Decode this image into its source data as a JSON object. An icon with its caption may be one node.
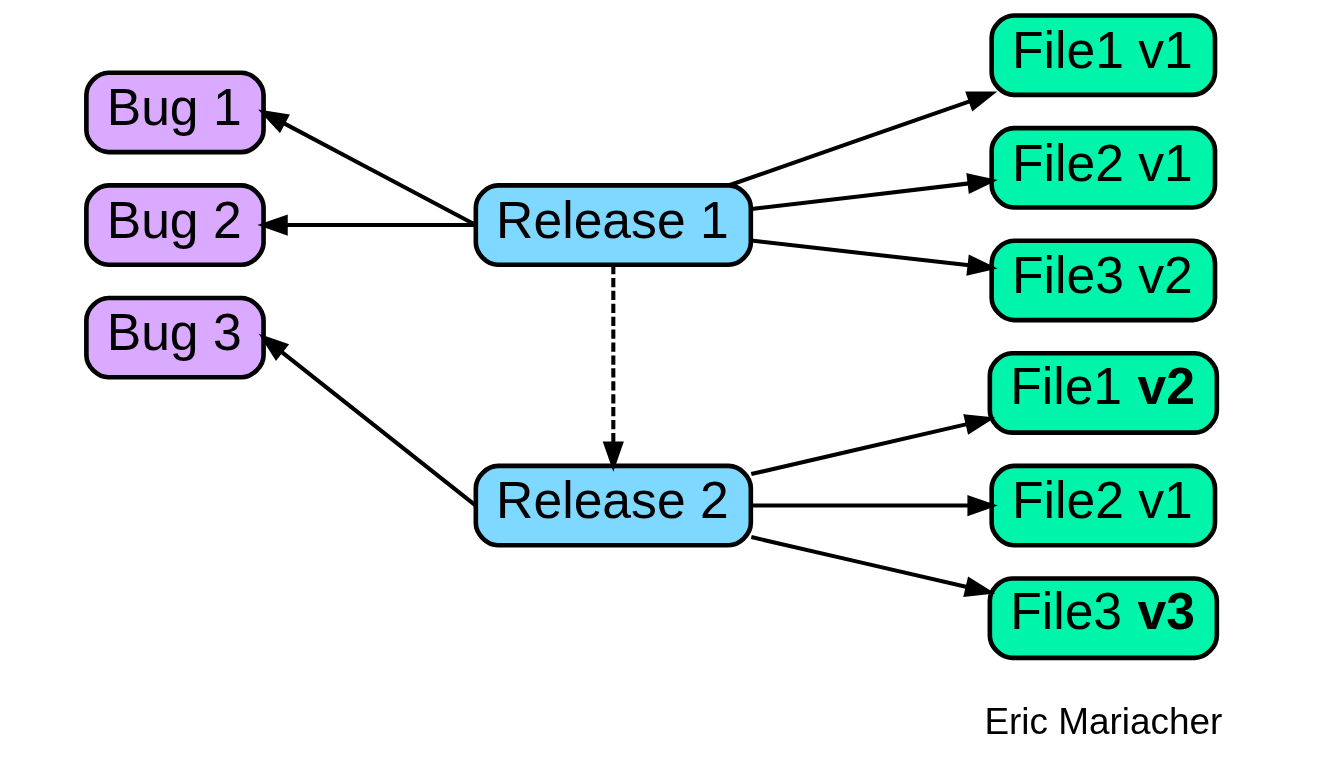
{
  "diagram": {
    "nodes": [
      {
        "text": [
          "Bug 1"
        ]
      },
      {
        "text": [
          "Bug 2"
        ]
      },
      {
        "text": [
          "Release 1"
        ]
      },
      {
        "text": [
          "File1 v1"
        ]
      },
      {
        "text": [
          "File2 v1"
        ]
      },
      {
        "text": [
          "File3 v2"
        ]
      },
      {
        "text": [
          "Bug 3"
        ]
      },
      {
        "text": [
          "Release 2"
        ]
      },
      {
        "text": [
          "File1 **v2**"
        ]
      },
      {
        "text": [
          "File2 v1"
        ]
      },
      {
        "text": [
          "File3 **v3**"
        ]
      }
    ],
    "edges": [
      {
        "from": 2,
        "to": 0,
        "arrow": "to"
      },
      {
        "from": 2,
        "to": 1,
        "arrow": "to"
      },
      {
        "from": 2,
        "to": 3,
        "arrow": "to"
      },
      {
        "from": 2,
        "to": 4,
        "arrow": "to"
      },
      {
        "from": 2,
        "to": 5,
        "arrow": "to"
      },
      {
        "from": 2,
        "to": 7,
        "arrow": "to",
        "style": "dashed"
      },
      {
        "from": 7,
        "to": 6,
        "arrow": "to"
      },
      {
        "from": 7,
        "to": 8,
        "arrow": "to"
      },
      {
        "from": 7,
        "to": 9,
        "arrow": "to"
      },
      {
        "from": 7,
        "to": 10,
        "arrow": "to"
      }
    ],
    "labels": [
      "Eric Mariacher"
    ]
  }
}
